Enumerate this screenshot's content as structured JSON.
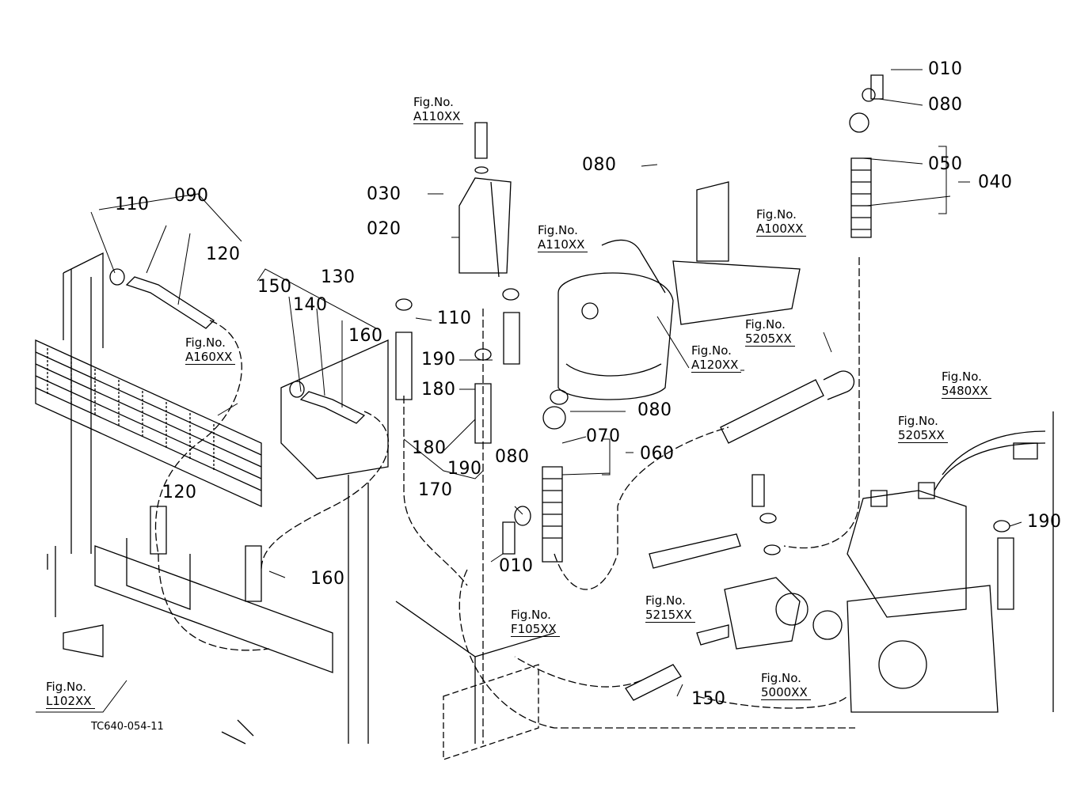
{
  "diagram": {
    "reference_code": "TC640-054-11",
    "part_labels": [
      {
        "id": "p010a",
        "text": "010"
      },
      {
        "id": "p080a",
        "text": "080"
      },
      {
        "id": "p050",
        "text": "050"
      },
      {
        "id": "p040",
        "text": "040"
      },
      {
        "id": "p080b",
        "text": "080"
      },
      {
        "id": "p030",
        "text": "030"
      },
      {
        "id": "p020",
        "text": "020"
      },
      {
        "id": "p110a",
        "text": "110"
      },
      {
        "id": "p090",
        "text": "090"
      },
      {
        "id": "p120a",
        "text": "120"
      },
      {
        "id": "p150a",
        "text": "150"
      },
      {
        "id": "p130",
        "text": "130"
      },
      {
        "id": "p140",
        "text": "140"
      },
      {
        "id": "p160a",
        "text": "160"
      },
      {
        "id": "p110b",
        "text": "110"
      },
      {
        "id": "p190a",
        "text": "190"
      },
      {
        "id": "p180a",
        "text": "180"
      },
      {
        "id": "p180b",
        "text": "180"
      },
      {
        "id": "p190b",
        "text": "190"
      },
      {
        "id": "p170",
        "text": "170"
      },
      {
        "id": "p080c",
        "text": "080"
      },
      {
        "id": "p070",
        "text": "070"
      },
      {
        "id": "p060",
        "text": "060"
      },
      {
        "id": "p080d",
        "text": "080"
      },
      {
        "id": "p010b",
        "text": "010"
      },
      {
        "id": "p120b",
        "text": "120"
      },
      {
        "id": "p160b",
        "text": "160"
      },
      {
        "id": "p190c",
        "text": "190"
      },
      {
        "id": "p150b",
        "text": "150"
      }
    ],
    "fig_refs": [
      {
        "id": "f1",
        "prefix": "Fig.No.",
        "code": "A110XX"
      },
      {
        "id": "f2",
        "prefix": "Fig.No.",
        "code": "A110XX"
      },
      {
        "id": "f3",
        "prefix": "Fig.No.",
        "code": "A100XX"
      },
      {
        "id": "f4",
        "prefix": "Fig.No.",
        "code": "A160XX"
      },
      {
        "id": "f5",
        "prefix": "Fig.No.",
        "code": "5205XX"
      },
      {
        "id": "f6",
        "prefix": "Fig.No.",
        "code": "A120XX"
      },
      {
        "id": "f7",
        "prefix": "Fig.No.",
        "code": "5480XX"
      },
      {
        "id": "f8",
        "prefix": "Fig.No.",
        "code": "5205XX"
      },
      {
        "id": "f9",
        "prefix": "Fig.No.",
        "code": "5215XX"
      },
      {
        "id": "f10",
        "prefix": "Fig.No.",
        "code": "F105XX"
      },
      {
        "id": "f11",
        "prefix": "Fig.No.",
        "code": "5000XX"
      },
      {
        "id": "f12",
        "prefix": "Fig.No.",
        "code": "L102XX"
      }
    ]
  }
}
